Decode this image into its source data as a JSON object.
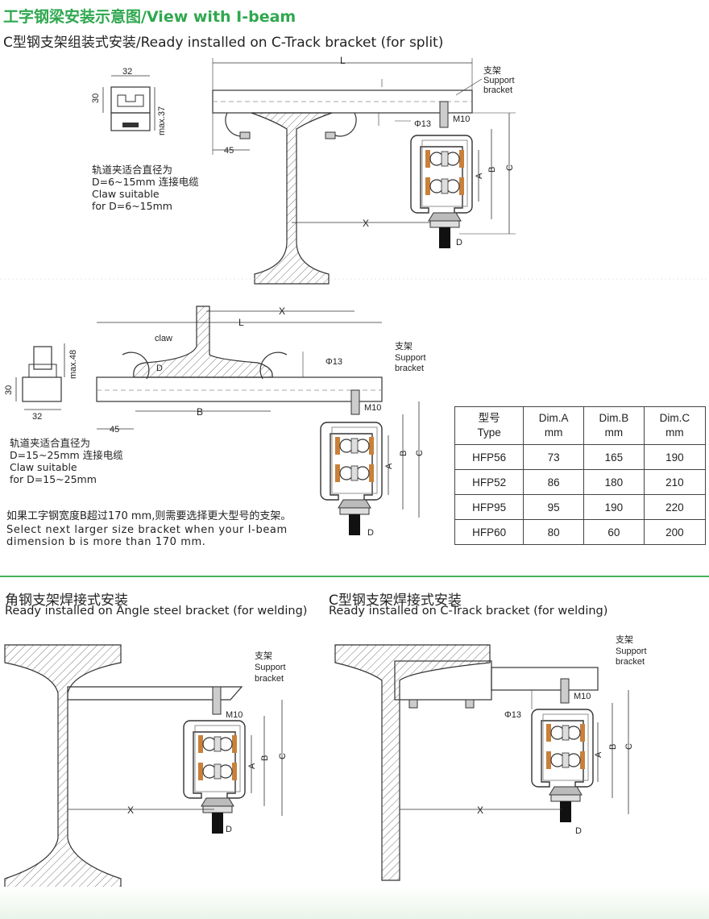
{
  "header": {
    "title": "工字钢梁安装示意图/View with I-beam",
    "subtitle": "C型钢支架组装式安装/Ready installed on C-Track bracket (for split)"
  },
  "labels": {
    "L": "L",
    "X": "X",
    "A": "A",
    "B": "B",
    "C": "C",
    "D": "D",
    "M10": "M10",
    "phi13": "Φ13",
    "support_cn": "支架",
    "support_en1": "Support",
    "support_en2": "bracket",
    "claw": "claw",
    "dim32": "32",
    "dim30": "30",
    "dim45": "45",
    "max37": "max.37",
    "max48": "max.48"
  },
  "notes": {
    "claw1": [
      "轨道夹适合直径为",
      "D=6~15mm 连接电缆",
      "Claw suitable",
      "for D=6~15mm"
    ],
    "claw2": [
      "轨道夹适合直径为",
      "D=15~25mm 连接电缆",
      "Claw suitable",
      "for D=15~25mm"
    ],
    "warning_cn": "如果工字钢宽度B超过170 mm,则需要选择更大型号的支架。",
    "warning_en1": "Select next larger size bracket when your I-beam",
    "warning_en2": "dimension b is more than 170 mm."
  },
  "table": {
    "headers": [
      [
        "型号",
        "Type"
      ],
      [
        "Dim.A",
        "mm"
      ],
      [
        "Dim.B",
        "mm"
      ],
      [
        "Dim.C",
        "mm"
      ]
    ],
    "rows": [
      [
        "HFP56",
        "73",
        "165",
        "190"
      ],
      [
        "HFP52",
        "86",
        "180",
        "210"
      ],
      [
        "HFP95",
        "95",
        "190",
        "220"
      ],
      [
        "HFP60",
        "80",
        "60",
        "200"
      ]
    ]
  },
  "section2": {
    "left_title": "角钢支架焊接式安装",
    "left_subtitle": "Ready installed on Angle steel bracket (for welding)",
    "right_title": "C型钢支架焊接式安装",
    "right_subtitle": "Ready installed on C-Track bracket (for welding)"
  },
  "colors": {
    "accent": "#2fa84f",
    "roller": "#c8803a",
    "line": "#333333"
  }
}
